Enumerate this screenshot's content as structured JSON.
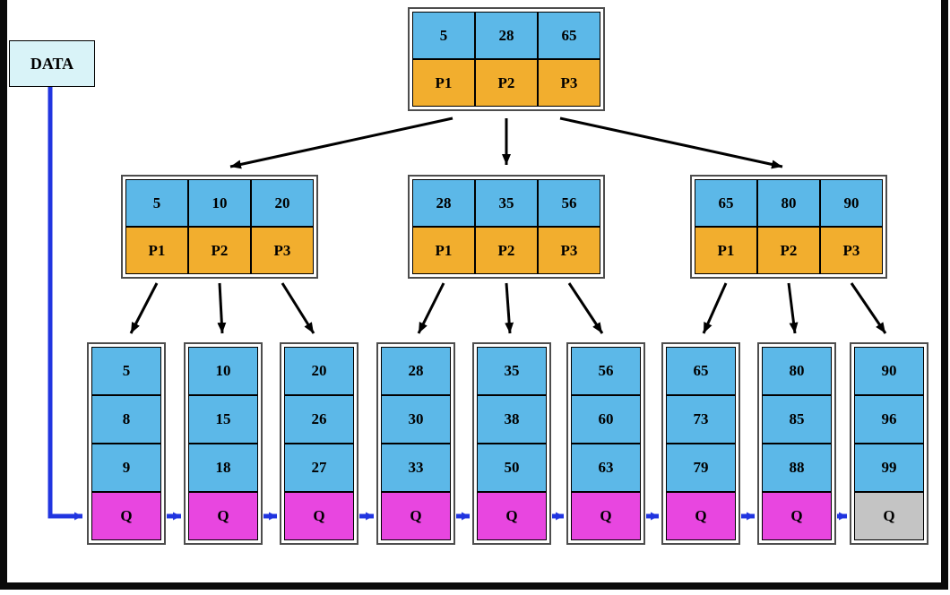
{
  "data_label": "DATA",
  "colors": {
    "key_cell": "#5cb8e8",
    "pointer_cell": "#f2ae2e",
    "queue_cell": "#e846e0",
    "queue_cell_last": "#c4c4c4",
    "data_box": "#d9f3f8",
    "link_arrow": "#2135e0",
    "tree_arrow": "#000000"
  },
  "root": {
    "keys": [
      "5",
      "28",
      "65"
    ],
    "pointers": [
      "P1",
      "P2",
      "P3"
    ]
  },
  "internal": [
    {
      "keys": [
        "5",
        "10",
        "20"
      ],
      "pointers": [
        "P1",
        "P2",
        "P3"
      ]
    },
    {
      "keys": [
        "28",
        "35",
        "56"
      ],
      "pointers": [
        "P1",
        "P2",
        "P3"
      ]
    },
    {
      "keys": [
        "65",
        "80",
        "90"
      ],
      "pointers": [
        "P1",
        "P2",
        "P3"
      ]
    }
  ],
  "leaves": [
    {
      "values": [
        "5",
        "8",
        "9"
      ],
      "queue": "Q"
    },
    {
      "values": [
        "10",
        "15",
        "18"
      ],
      "queue": "Q"
    },
    {
      "values": [
        "20",
        "26",
        "27"
      ],
      "queue": "Q"
    },
    {
      "values": [
        "28",
        "30",
        "33"
      ],
      "queue": "Q"
    },
    {
      "values": [
        "35",
        "38",
        "50"
      ],
      "queue": "Q"
    },
    {
      "values": [
        "56",
        "60",
        "63"
      ],
      "queue": "Q"
    },
    {
      "values": [
        "65",
        "73",
        "79"
      ],
      "queue": "Q"
    },
    {
      "values": [
        "80",
        "85",
        "88"
      ],
      "queue": "Q"
    },
    {
      "values": [
        "90",
        "96",
        "99"
      ],
      "queue": "Q"
    }
  ]
}
